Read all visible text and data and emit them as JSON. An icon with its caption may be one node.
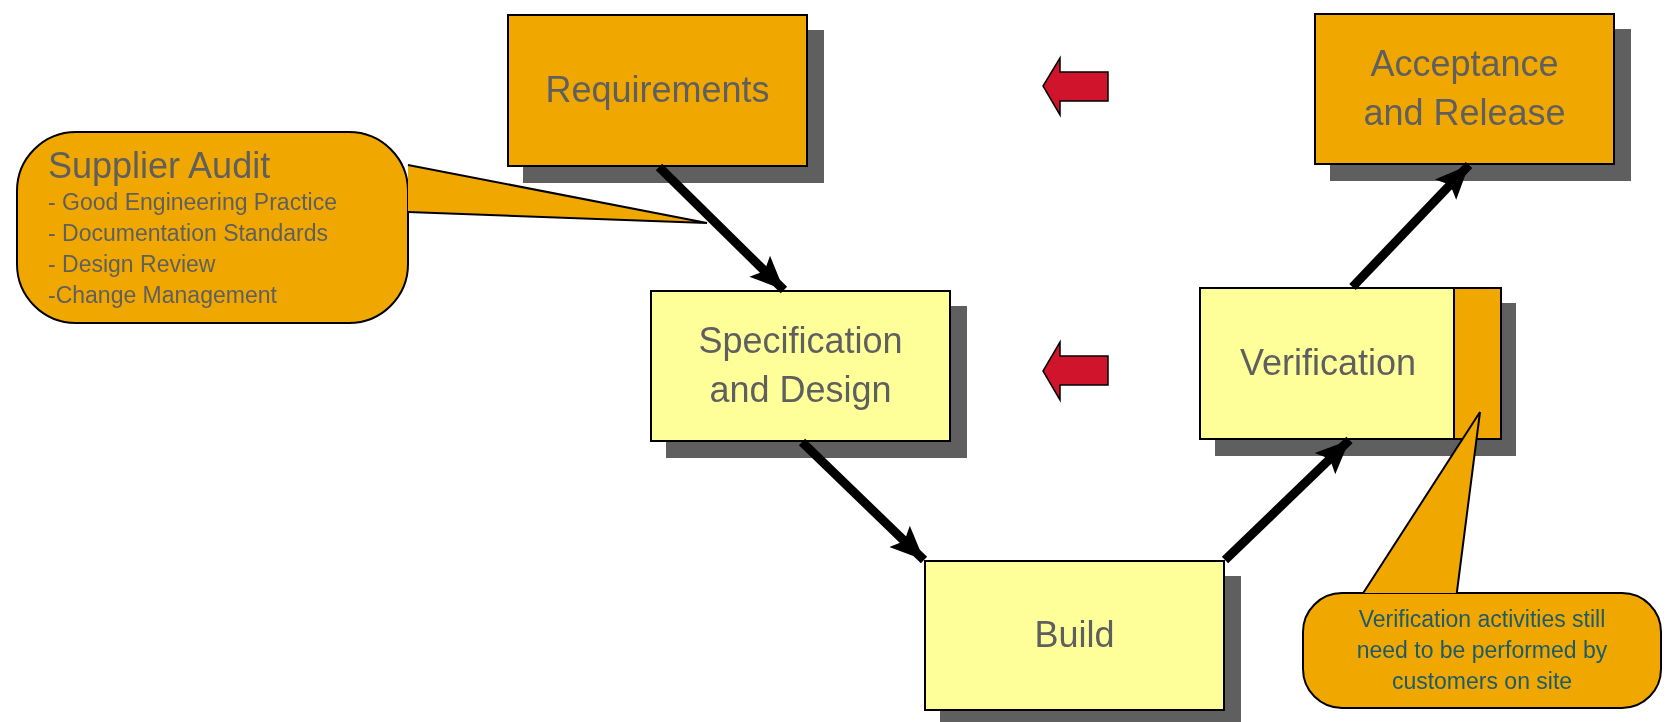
{
  "diagram": {
    "nodes": [
      {
        "text": [
          "Requirements"
        ]
      },
      {
        "text": [
          "Acceptance and Release"
        ]
      },
      {
        "text": [
          "Supplier Audit",
          "- Good Engineering Practice",
          "- Documentation Standards",
          "- Design Review",
          "-Change Management"
        ]
      },
      {
        "text": [
          "Specification and Design"
        ]
      },
      {
        "text": [
          "Verification"
        ]
      },
      {
        "text": [
          "Build"
        ]
      },
      {
        "text": [
          "Verification activities still need to be performed by customers on site"
        ]
      }
    ],
    "edges": [
      {
        "from": 0,
        "to": 3,
        "arrow": "to"
      },
      {
        "from": 3,
        "to": 5,
        "arrow": "to"
      },
      {
        "from": 5,
        "to": 4,
        "arrow": "to"
      },
      {
        "from": 4,
        "to": 1,
        "arrow": "to"
      }
    ]
  }
}
